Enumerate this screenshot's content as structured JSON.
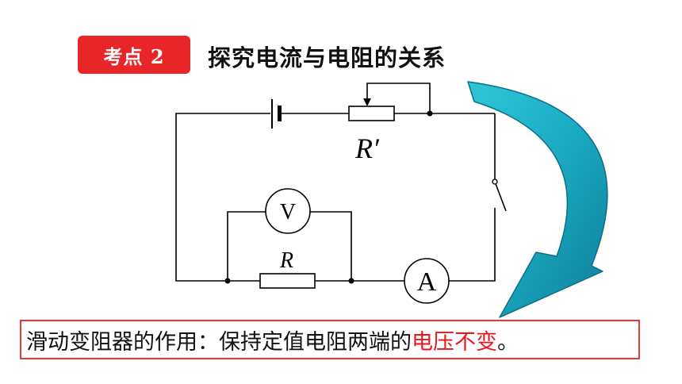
{
  "header": {
    "badge_text": "考点 2",
    "title": "探究电流与电阻的关系"
  },
  "circuit": {
    "rheostat_label": "R′",
    "resistor_label": "R",
    "voltmeter_symbol": "V",
    "ammeter_symbol": "A"
  },
  "conclusion": {
    "prefix": "滑动变阻器的作用：保持定值电阻两端的",
    "highlight": "电压不变",
    "suffix": "。"
  },
  "colors": {
    "badge": "#e8262a",
    "highlight": "#e8161c",
    "box_border": "#e53935",
    "arrow": "#1aa9c1"
  }
}
